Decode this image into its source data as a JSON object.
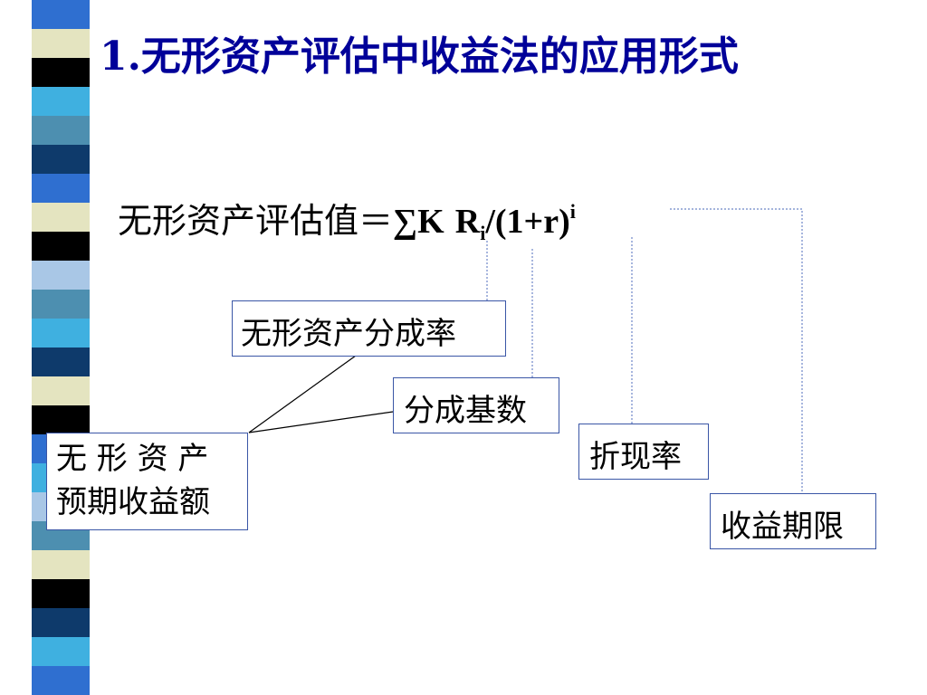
{
  "title": "1.无形资产评估中收益法的应用形式",
  "formula": {
    "label": "无形资产评估值＝",
    "sigma": "∑",
    "k": "K",
    "r_base": "R",
    "r_subscript": "i",
    "discount": "/(1+r)",
    "exponent": "i"
  },
  "labels": {
    "share_rate": "无形资产分成率",
    "share_base": "分成基数",
    "discount_rate": "折现率",
    "income_period": "收益期限",
    "expected_income_line1": "无 形 资 产",
    "expected_income_line2": "预期收益额"
  },
  "colors": {
    "title": "#000099",
    "box_border": "#3a56a6",
    "stripe_palette": [
      "#2f6fd0",
      "#000000",
      "#e4e4c0",
      "#4d8fb0",
      "#0e3a6b",
      "#a9c7e6",
      "#3fb0e0"
    ]
  }
}
